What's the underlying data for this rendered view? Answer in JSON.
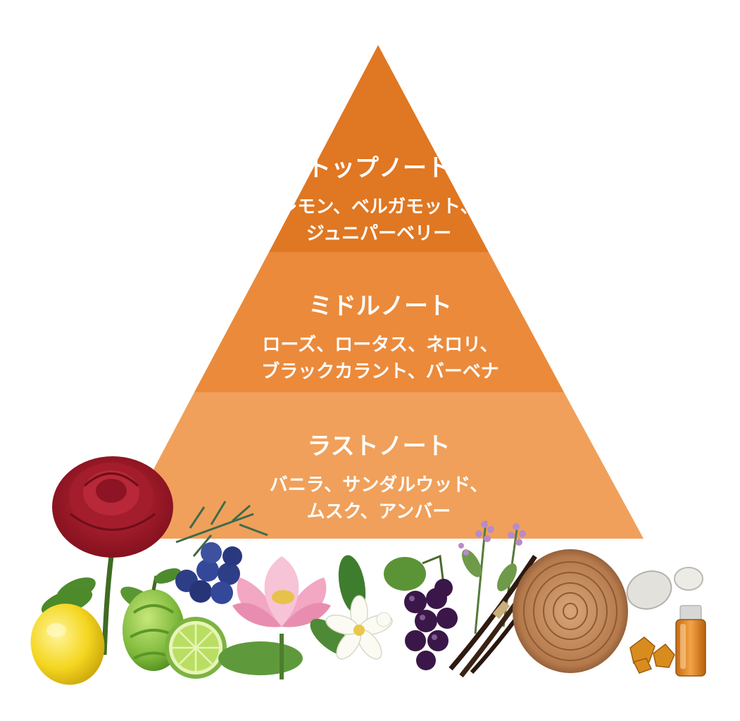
{
  "pyramid": {
    "tiers": [
      {
        "title": "トップノート",
        "notes_line1": "レモン、ベルガモット、",
        "notes_line2": "ジュニパーベリー",
        "color": "#E07722"
      },
      {
        "title": "ミドルノート",
        "notes_line1": "ローズ、ロータス、ネロリ、",
        "notes_line2": "ブラックカラント、バーベナ",
        "color": "#EB8A3B"
      },
      {
        "title": "ラストノート",
        "notes_line1": "バニラ、サンダルウッド、",
        "notes_line2": "ムスク、アンバー",
        "color": "#F0A05A"
      }
    ]
  },
  "illustrations": [
    "rose-icon",
    "lemon-icon",
    "bergamot-icon",
    "lime-slice-icon",
    "juniper-berry-icon",
    "lotus-icon",
    "neroli-blossom-icon",
    "blackcurrant-icon",
    "verbena-icon",
    "vanilla-pod-icon",
    "sandalwood-log-icon",
    "musk-stone-icon",
    "amber-resin-icon",
    "perfume-bottle-icon"
  ]
}
